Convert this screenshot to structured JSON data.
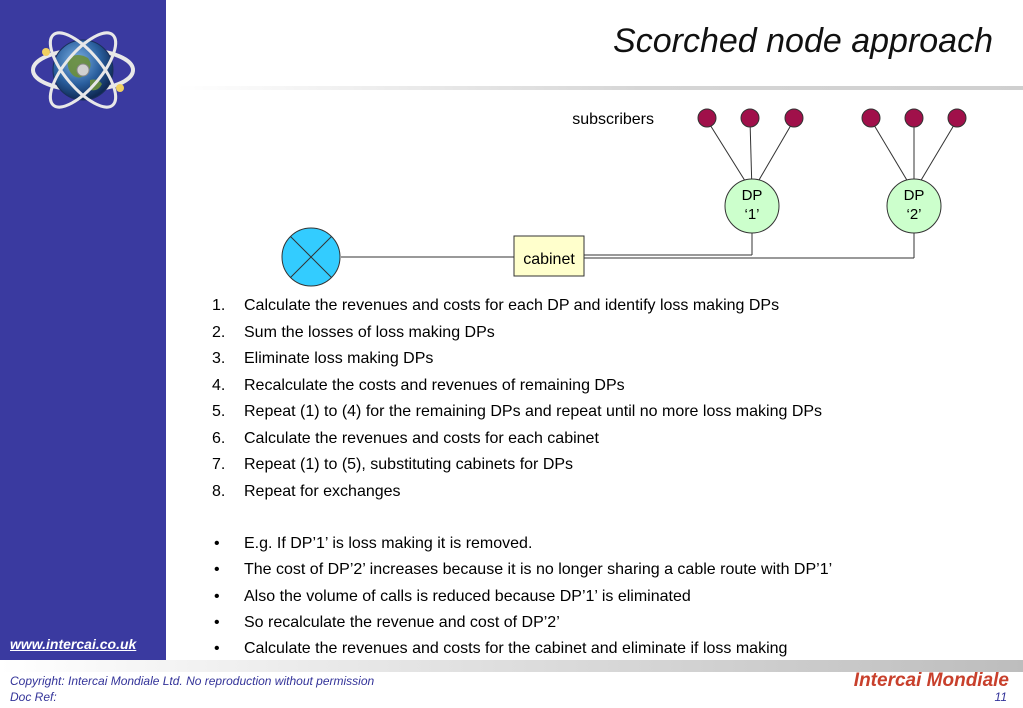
{
  "slide": {
    "title": "Scorched node approach",
    "website": "www.intercai.co.uk",
    "copyright": "Copyright: Intercai Mondiale Ltd. No reproduction without permission",
    "doc_ref": "Doc Ref:",
    "brand": "Intercai Mondiale",
    "page_number": "11"
  },
  "diagram": {
    "subscribers_label": "subscribers",
    "cabinet_label": "cabinet",
    "dp1_line1": "DP",
    "dp1_line2": "‘1’",
    "dp2_line1": "DP",
    "dp2_line2": "‘2’",
    "colors": {
      "subscriber": "#a0104a",
      "dp_fill": "#ccffcc",
      "cabinet_fill": "#ffffcc",
      "exchange_fill": "#33ccff",
      "sidebar": "#3a3aa0"
    }
  },
  "steps": [
    {
      "num": "1.",
      "text": "Calculate the revenues and costs for each DP and identify loss making DPs"
    },
    {
      "num": "2.",
      "text": "Sum the losses of loss making DPs"
    },
    {
      "num": "3.",
      "text": "Eliminate loss making DPs"
    },
    {
      "num": "4.",
      "text": "Recalculate the costs and revenues of remaining DPs"
    },
    {
      "num": "5.",
      "text": "Repeat (1) to (4) for the remaining DPs and repeat until no more loss making DPs"
    },
    {
      "num": "6.",
      "text": "Calculate the revenues and costs for each cabinet"
    },
    {
      "num": "7.",
      "text": "Repeat (1) to (5), substituting cabinets for DPs"
    },
    {
      "num": "8.",
      "text": "Repeat for exchanges"
    }
  ],
  "notes": [
    {
      "bullet": "•",
      "text": "E.g. If DP’1’ is loss making it is removed."
    },
    {
      "bullet": "•",
      "text": "The cost of DP’2’ increases because it is no longer sharing a cable route with DP’1’"
    },
    {
      "bullet": "•",
      "text": "Also the volume of calls is reduced because DP’1’ is eliminated"
    },
    {
      "bullet": "•",
      "text": "So recalculate the revenue and cost of DP’2’"
    },
    {
      "bullet": "•",
      "text": "Calculate the revenues and costs for the cabinet and eliminate if loss making"
    }
  ]
}
